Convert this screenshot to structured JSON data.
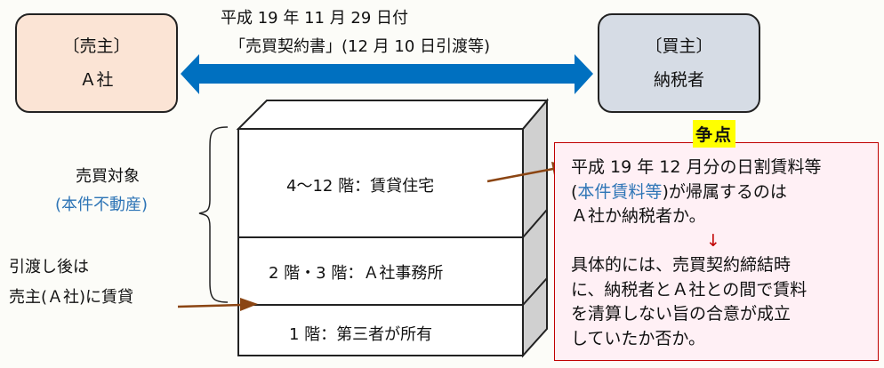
{
  "seller": {
    "role": "〔売主〕",
    "name": "Ａ社"
  },
  "buyer": {
    "role": "〔買主〕",
    "name": "納税者"
  },
  "contract": {
    "line1": "平成 19 年 11 月 29 日付",
    "line2": "「売買契約書」(12 月 10 日引渡等)"
  },
  "building": {
    "floors_upper": "4～12 階：賃貸住宅",
    "floors_middle": "2 階・3 階：Ａ社事務所",
    "floor_ground": "1 階：第三者が所有"
  },
  "subject": {
    "label": "売買対象",
    "sub": "(本件不動産)"
  },
  "leaseback": {
    "line1": "引渡し後は",
    "line2": "売主(Ａ社)に賃貸"
  },
  "issue": {
    "tag": "争点",
    "q_line1": "平成 19 年 12 月分の日割賃料等",
    "q_line2_open": "(",
    "q_line2_blue": "本件賃料等",
    "q_line2_rest": ")が帰属するのは",
    "q_line3": "Ａ社か納税者か。",
    "arrow": "↓",
    "detail_line1": "具体的には、売買契約締結時",
    "detail_line2": "に、納税者とＡ社との間で賃料",
    "detail_line3": "を清算しない旨の合意が成立",
    "detail_line4": "していたか否か。"
  },
  "colors": {
    "arrow": "#0070c0",
    "pointer": "#8b4513",
    "issue_border": "#c00000",
    "accent_blue": "#2e75b6"
  }
}
